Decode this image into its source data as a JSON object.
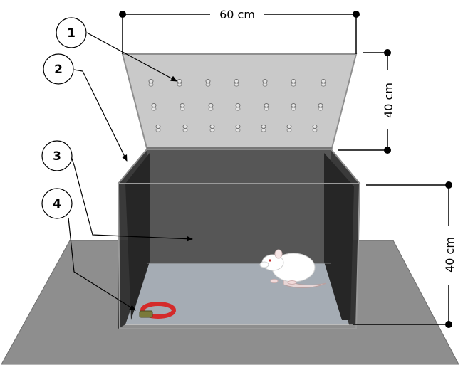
{
  "dimensions": {
    "width_label": "60 cm",
    "lid_height_label": "40 cm",
    "box_height_label": "40 cm"
  },
  "callouts": [
    {
      "number": "1"
    },
    {
      "number": "2"
    },
    {
      "number": "3"
    },
    {
      "number": "4"
    }
  ],
  "colors": {
    "floor_base": "#8c8c8c",
    "box_floor": "#a6adb5",
    "wall_dark": "#3a3a3a",
    "back_wall": "#555555",
    "lid": "#c8c8c8",
    "collar": "#d42a2a"
  }
}
